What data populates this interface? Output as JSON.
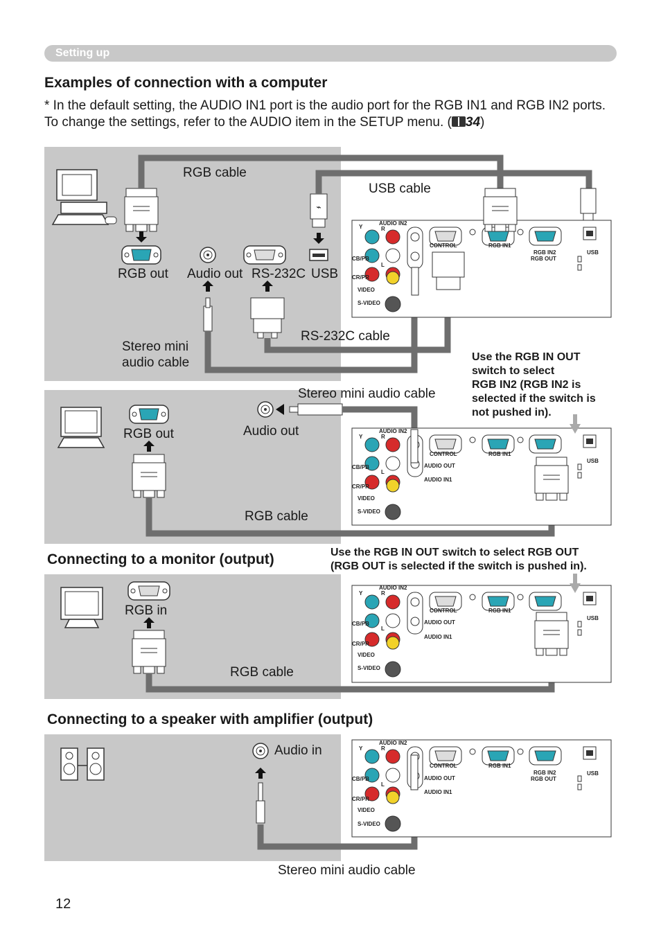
{
  "header": {
    "section_label": "Setting up"
  },
  "page": {
    "title": "Examples of connection with a computer",
    "intro_text": "* In the default setting, the AUDIO IN1 port is the audio port for the RGB IN1 and RGB IN2 ports. To change the settings, refer to the AUDIO item in the SETUP menu. (",
    "intro_ref": "34",
    "intro_close": ")",
    "page_number": "12"
  },
  "panel1": {
    "rgb_cable": "RGB cable",
    "usb_cable": "USB cable",
    "rgb_out": "RGB out",
    "audio_out": "Audio out",
    "rs232c": "RS-232C",
    "usb": "USB",
    "stereo_mini_line1": "Stereo mini",
    "stereo_mini_line2": "audio cable",
    "rs232c_cable": "RS-232C cable"
  },
  "panel2": {
    "stereo_mini_audio_cable": "Stereo mini audio cable",
    "rgb_out": "RGB out",
    "audio_out": "Audio out",
    "rgb_cable": "RGB cable",
    "note_lines": [
      "Use the RGB IN OUT",
      "switch to select",
      "RGB IN2 (RGB IN2 is",
      "selected if the switch is",
      "not pushed in)."
    ]
  },
  "monitor_section": {
    "title": "Connecting to a monitor (output)",
    "note_line1": "Use the RGB IN OUT switch to select RGB OUT",
    "note_line2": "(RGB OUT is selected if the switch is pushed in).",
    "rgb_in": "RGB in",
    "rgb_cable": "RGB cable"
  },
  "speaker_section": {
    "title": "Connecting to a speaker with amplifier (output)",
    "audio_in": "Audio in",
    "stereo_mini_audio_cable": "Stereo mini audio cable"
  },
  "projector_labels": {
    "audio_in2": "AUDIO IN2",
    "y": "Y",
    "r": "R",
    "l": "L",
    "cb_pb": "CB/PB",
    "cr_pr": "CR/PR",
    "video": "VIDEO",
    "s_video": "S-VIDEO",
    "control": "CONTROL",
    "rgb_in1": "RGB IN1",
    "rgb_in2": "RGB IN2",
    "rgb_out": "RGB OUT",
    "usb": "USB",
    "audio_out": "AUDIO OUT",
    "audio_in1": "AUDIO IN1"
  },
  "colors": {
    "panel_gray": "#c8c8c8",
    "cable_gray": "#6e6e6e",
    "port_teal": "#2aa5b5",
    "port_red": "#d62b2b",
    "port_yellow": "#f2d22a"
  }
}
